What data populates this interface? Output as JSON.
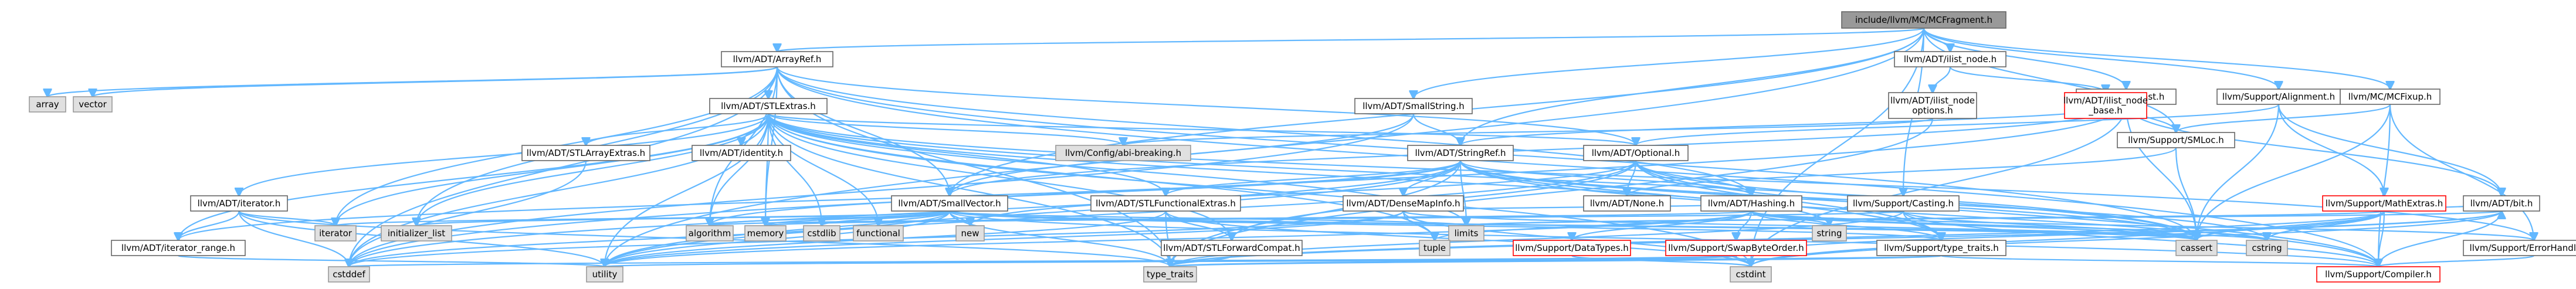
{
  "colors": {
    "edge": "#63b8ff",
    "root_fill": "#999999",
    "system_fill": "#e0e0e0",
    "missing_border": "#ff0000",
    "normal_border": "#666666"
  },
  "nodes": [
    {
      "id": "root",
      "label": "include/llvm/MC/MCFragment.h",
      "kind": "root"
    },
    {
      "id": "arrayref",
      "label": "llvm/ADT/ArrayRef.h",
      "kind": "normal"
    },
    {
      "id": "ilist_node",
      "label": "llvm/ADT/ilist_node.h",
      "kind": "normal"
    },
    {
      "id": "mcinst",
      "label": "llvm/MC/MCInst.h",
      "kind": "normal"
    },
    {
      "id": "alignment",
      "label": "llvm/Support/Alignment.h",
      "kind": "normal"
    },
    {
      "id": "mcfixup",
      "label": "llvm/MC/MCFixup.h",
      "kind": "normal"
    },
    {
      "id": "array",
      "label": "array",
      "kind": "system"
    },
    {
      "id": "vector",
      "label": "vector",
      "kind": "system"
    },
    {
      "id": "stlextras",
      "label": "llvm/ADT/STLExtras.h",
      "kind": "normal"
    },
    {
      "id": "smallstring",
      "label": "llvm/ADT/SmallString.h",
      "kind": "normal"
    },
    {
      "id": "ilist_node_options",
      "label": "llvm/ADT/ilist_node\noptions.h",
      "kind": "normal"
    },
    {
      "id": "ilist_node_base",
      "label": "llvm/ADT/ilist_node\n_base.h",
      "kind": "missing"
    },
    {
      "id": "smloc",
      "label": "llvm/Support/SMLoc.h",
      "kind": "normal"
    },
    {
      "id": "stlarrayextras",
      "label": "llvm/ADT/STLArrayExtras.h",
      "kind": "normal"
    },
    {
      "id": "identity",
      "label": "llvm/ADT/identity.h",
      "kind": "normal"
    },
    {
      "id": "abi_breaking",
      "label": "llvm/Config/abi-breaking.h",
      "kind": "system"
    },
    {
      "id": "stringref",
      "label": "llvm/ADT/StringRef.h",
      "kind": "normal"
    },
    {
      "id": "optional",
      "label": "llvm/ADT/Optional.h",
      "kind": "normal"
    },
    {
      "id": "mathextras",
      "label": "llvm/Support/MathExtras.h",
      "kind": "missing"
    },
    {
      "id": "bit",
      "label": "llvm/ADT/bit.h",
      "kind": "normal"
    },
    {
      "id": "iterator",
      "label": "llvm/ADT/iterator.h",
      "kind": "normal"
    },
    {
      "id": "smallvector",
      "label": "llvm/ADT/SmallVector.h",
      "kind": "normal"
    },
    {
      "id": "stlfunctionalextras",
      "label": "llvm/ADT/STLFunctionalExtras.h",
      "kind": "normal"
    },
    {
      "id": "densemapinfo",
      "label": "llvm/ADT/DenseMapInfo.h",
      "kind": "normal"
    },
    {
      "id": "hashing",
      "label": "llvm/ADT/Hashing.h",
      "kind": "normal"
    },
    {
      "id": "casting",
      "label": "llvm/Support/Casting.h",
      "kind": "normal"
    },
    {
      "id": "none",
      "label": "llvm/ADT/None.h",
      "kind": "normal"
    },
    {
      "id": "errorhandling",
      "label": "llvm/Support/ErrorHandling.h",
      "kind": "normal"
    },
    {
      "id": "iterator_range",
      "label": "llvm/ADT/iterator_range.h",
      "kind": "normal"
    },
    {
      "id": "iterator_std",
      "label": "iterator",
      "kind": "system"
    },
    {
      "id": "initializer_list",
      "label": "initializer_list",
      "kind": "system"
    },
    {
      "id": "algorithm",
      "label": "algorithm",
      "kind": "system"
    },
    {
      "id": "memory",
      "label": "memory",
      "kind": "system"
    },
    {
      "id": "cstdlib",
      "label": "cstdlib",
      "kind": "system"
    },
    {
      "id": "functional",
      "label": "functional",
      "kind": "system"
    },
    {
      "id": "new",
      "label": "new",
      "kind": "system"
    },
    {
      "id": "stlforwardcompat",
      "label": "llvm/ADT/STLForwardCompat.h",
      "kind": "normal"
    },
    {
      "id": "limits",
      "label": "limits",
      "kind": "system"
    },
    {
      "id": "tuple",
      "label": "tuple",
      "kind": "system"
    },
    {
      "id": "datatypes",
      "label": "llvm/Support/DataTypes.h",
      "kind": "missing"
    },
    {
      "id": "swapbyteorder",
      "label": "llvm/Support/SwapByteOrder.h",
      "kind": "missing"
    },
    {
      "id": "string",
      "label": "string",
      "kind": "system"
    },
    {
      "id": "type_traits_llvm",
      "label": "llvm/Support/type_traits.h",
      "kind": "normal"
    },
    {
      "id": "cassert",
      "label": "cassert",
      "kind": "system"
    },
    {
      "id": "cstring",
      "label": "cstring",
      "kind": "system"
    },
    {
      "id": "cstddef",
      "label": "cstddef",
      "kind": "system"
    },
    {
      "id": "utility",
      "label": "utility",
      "kind": "system"
    },
    {
      "id": "type_traits",
      "label": "type_traits",
      "kind": "system"
    },
    {
      "id": "cstdint",
      "label": "cstdint",
      "kind": "system"
    },
    {
      "id": "compiler",
      "label": "llvm/Support/Compiler.h",
      "kind": "missing"
    }
  ],
  "edges": [
    [
      "root",
      "arrayref"
    ],
    [
      "root",
      "ilist_node"
    ],
    [
      "root",
      "mcinst"
    ],
    [
      "root",
      "alignment"
    ],
    [
      "root",
      "mcfixup"
    ],
    [
      "root",
      "smallstring"
    ],
    [
      "root",
      "smallvector"
    ],
    [
      "root",
      "stringref"
    ],
    [
      "root",
      "casting"
    ],
    [
      "root",
      "smloc"
    ],
    [
      "root",
      "cstdint"
    ],
    [
      "root",
      "utility"
    ],
    [
      "arrayref",
      "array"
    ],
    [
      "arrayref",
      "vector"
    ],
    [
      "arrayref",
      "stlextras"
    ],
    [
      "arrayref",
      "smallvector"
    ],
    [
      "arrayref",
      "algorithm"
    ],
    [
      "arrayref",
      "cassert"
    ],
    [
      "arrayref",
      "cstddef"
    ],
    [
      "arrayref",
      "initializer_list"
    ],
    [
      "arrayref",
      "iterator_std"
    ],
    [
      "arrayref",
      "memory"
    ],
    [
      "arrayref",
      "type_traits"
    ],
    [
      "arrayref",
      "optional"
    ],
    [
      "arrayref",
      "compiler"
    ],
    [
      "arrayref",
      "hashing"
    ],
    [
      "ilist_node",
      "ilist_node_options"
    ],
    [
      "ilist_node",
      "ilist_node_base"
    ],
    [
      "ilist_node_options",
      "abi_breaking"
    ],
    [
      "ilist_node_options",
      "type_traits"
    ],
    [
      "mcinst",
      "smallvector"
    ],
    [
      "mcinst",
      "stringref"
    ],
    [
      "mcinst",
      "smloc"
    ],
    [
      "mcinst",
      "cassert"
    ],
    [
      "mcinst",
      "cstddef"
    ],
    [
      "mcinst",
      "cstdint"
    ],
    [
      "mcinst",
      "bit"
    ],
    [
      "alignment",
      "mathextras"
    ],
    [
      "alignment",
      "cassert"
    ],
    [
      "alignment",
      "optional"
    ],
    [
      "alignment",
      "bit"
    ],
    [
      "mcfixup",
      "smloc"
    ],
    [
      "mcfixup",
      "errorhandling"
    ],
    [
      "mcfixup",
      "cassert"
    ],
    [
      "mcfixup",
      "compiler"
    ],
    [
      "stlextras",
      "stlarrayextras"
    ],
    [
      "stlextras",
      "identity"
    ],
    [
      "stlextras",
      "abi_breaking"
    ],
    [
      "stlextras",
      "optional"
    ],
    [
      "stlextras",
      "iterator"
    ],
    [
      "stlextras",
      "iterator_range"
    ],
    [
      "stlextras",
      "stlforwardcompat"
    ],
    [
      "stlextras",
      "stlfunctionalextras"
    ],
    [
      "stlextras",
      "type_traits_llvm"
    ],
    [
      "stlextras",
      "errorhandling"
    ],
    [
      "stlextras",
      "algorithm"
    ],
    [
      "stlextras",
      "cassert"
    ],
    [
      "stlextras",
      "cstddef"
    ],
    [
      "stlextras",
      "cstdint"
    ],
    [
      "stlextras",
      "cstdlib"
    ],
    [
      "stlextras",
      "functional"
    ],
    [
      "stlextras",
      "initializer_list"
    ],
    [
      "stlextras",
      "iterator_std"
    ],
    [
      "stlextras",
      "limits"
    ],
    [
      "stlextras",
      "memory"
    ],
    [
      "stlextras",
      "tuple"
    ],
    [
      "stlextras",
      "type_traits"
    ],
    [
      "stlextras",
      "utility"
    ],
    [
      "stlarrayextras",
      "cstddef"
    ],
    [
      "smallstring",
      "smallvector"
    ],
    [
      "smallstring",
      "stringref"
    ],
    [
      "smallstring",
      "cstddef"
    ],
    [
      "stringref",
      "stlfunctionalextras"
    ],
    [
      "stringref",
      "iterator_range"
    ],
    [
      "stringref",
      "compiler"
    ],
    [
      "stringref",
      "algorithm"
    ],
    [
      "stringref",
      "cassert"
    ],
    [
      "stringref",
      "cstddef"
    ],
    [
      "stringref",
      "cstring"
    ],
    [
      "stringref",
      "limits"
    ],
    [
      "stringref",
      "string"
    ],
    [
      "stringref",
      "type_traits"
    ],
    [
      "stringref",
      "utility"
    ],
    [
      "stringref",
      "densemapinfo"
    ],
    [
      "stringref",
      "hashing"
    ],
    [
      "optional",
      "hashing"
    ],
    [
      "optional",
      "none"
    ],
    [
      "optional",
      "stlforwardcompat"
    ],
    [
      "optional",
      "compiler"
    ],
    [
      "optional",
      "type_traits_llvm"
    ],
    [
      "optional",
      "cassert"
    ],
    [
      "optional",
      "new"
    ],
    [
      "optional",
      "utility"
    ],
    [
      "mathextras",
      "bit"
    ],
    [
      "mathextras",
      "compiler"
    ],
    [
      "mathextras",
      "cassert"
    ],
    [
      "mathextras",
      "climits"
    ],
    [
      "mathextras",
      "cstdint"
    ],
    [
      "mathextras",
      "cstring"
    ],
    [
      "mathextras",
      "limits"
    ],
    [
      "mathextras",
      "type_traits"
    ],
    [
      "bit",
      "compiler"
    ],
    [
      "bit",
      "cstdint"
    ],
    [
      "bit",
      "limits"
    ],
    [
      "bit",
      "type_traits"
    ],
    [
      "iterator",
      "iterator_range"
    ],
    [
      "iterator",
      "cstddef"
    ],
    [
      "iterator",
      "iterator_std"
    ],
    [
      "iterator",
      "type_traits"
    ],
    [
      "iterator",
      "utility"
    ],
    [
      "iterator_range",
      "utility"
    ],
    [
      "smallvector",
      "compiler"
    ],
    [
      "smallvector",
      "type_traits_llvm"
    ],
    [
      "smallvector",
      "algorithm"
    ],
    [
      "smallvector",
      "cassert"
    ],
    [
      "smallvector",
      "cstddef"
    ],
    [
      "smallvector",
      "cstdlib"
    ],
    [
      "smallvector",
      "cstring"
    ],
    [
      "smallvector",
      "functional"
    ],
    [
      "smallvector",
      "initializer_list"
    ],
    [
      "smallvector",
      "iterator_std"
    ],
    [
      "smallvector",
      "limits"
    ],
    [
      "smallvector",
      "memory"
    ],
    [
      "smallvector",
      "new"
    ],
    [
      "smallvector",
      "type_traits"
    ],
    [
      "smallvector",
      "utility"
    ],
    [
      "stlfunctionalextras",
      "stlforwardcompat"
    ],
    [
      "stlfunctionalextras",
      "cstdint"
    ],
    [
      "stlfunctionalextras",
      "type_traits"
    ],
    [
      "stlfunctionalextras",
      "utility"
    ],
    [
      "densemapinfo",
      "hashing"
    ],
    [
      "densemapinfo",
      "cassert"
    ],
    [
      "densemapinfo",
      "cstddef"
    ],
    [
      "densemapinfo",
      "cstdint"
    ],
    [
      "densemapinfo",
      "tuple"
    ],
    [
      "densemapinfo",
      "utility"
    ],
    [
      "hashing",
      "datatypes"
    ],
    [
      "hashing",
      "errorhandling"
    ],
    [
      "hashing",
      "swapbyteorder"
    ],
    [
      "hashing",
      "type_traits_llvm"
    ],
    [
      "hashing",
      "algorithm"
    ],
    [
      "hashing",
      "cassert"
    ],
    [
      "hashing",
      "cstring"
    ],
    [
      "hashing",
      "string"
    ],
    [
      "hashing",
      "tuple"
    ],
    [
      "hashing",
      "utility"
    ],
    [
      "casting",
      "type_traits_llvm"
    ],
    [
      "casting",
      "compiler"
    ],
    [
      "casting",
      "cassert"
    ],
    [
      "casting",
      "memory"
    ],
    [
      "casting",
      "type_traits"
    ],
    [
      "smloc",
      "none"
    ],
    [
      "smloc",
      "cassert"
    ],
    [
      "errorhandling",
      "compiler"
    ],
    [
      "stlforwardcompat",
      "type_traits"
    ],
    [
      "datatypes",
      "cstdint"
    ],
    [
      "swapbyteorder",
      "bit"
    ],
    [
      "swapbyteorder",
      "cstddef"
    ],
    [
      "swapbyteorder",
      "cstdint"
    ],
    [
      "swapbyteorder",
      "type_traits"
    ],
    [
      "type_traits_llvm",
      "compiler"
    ],
    [
      "type_traits_llvm",
      "type_traits"
    ],
    [
      "type_traits_llvm",
      "utility"
    ]
  ]
}
